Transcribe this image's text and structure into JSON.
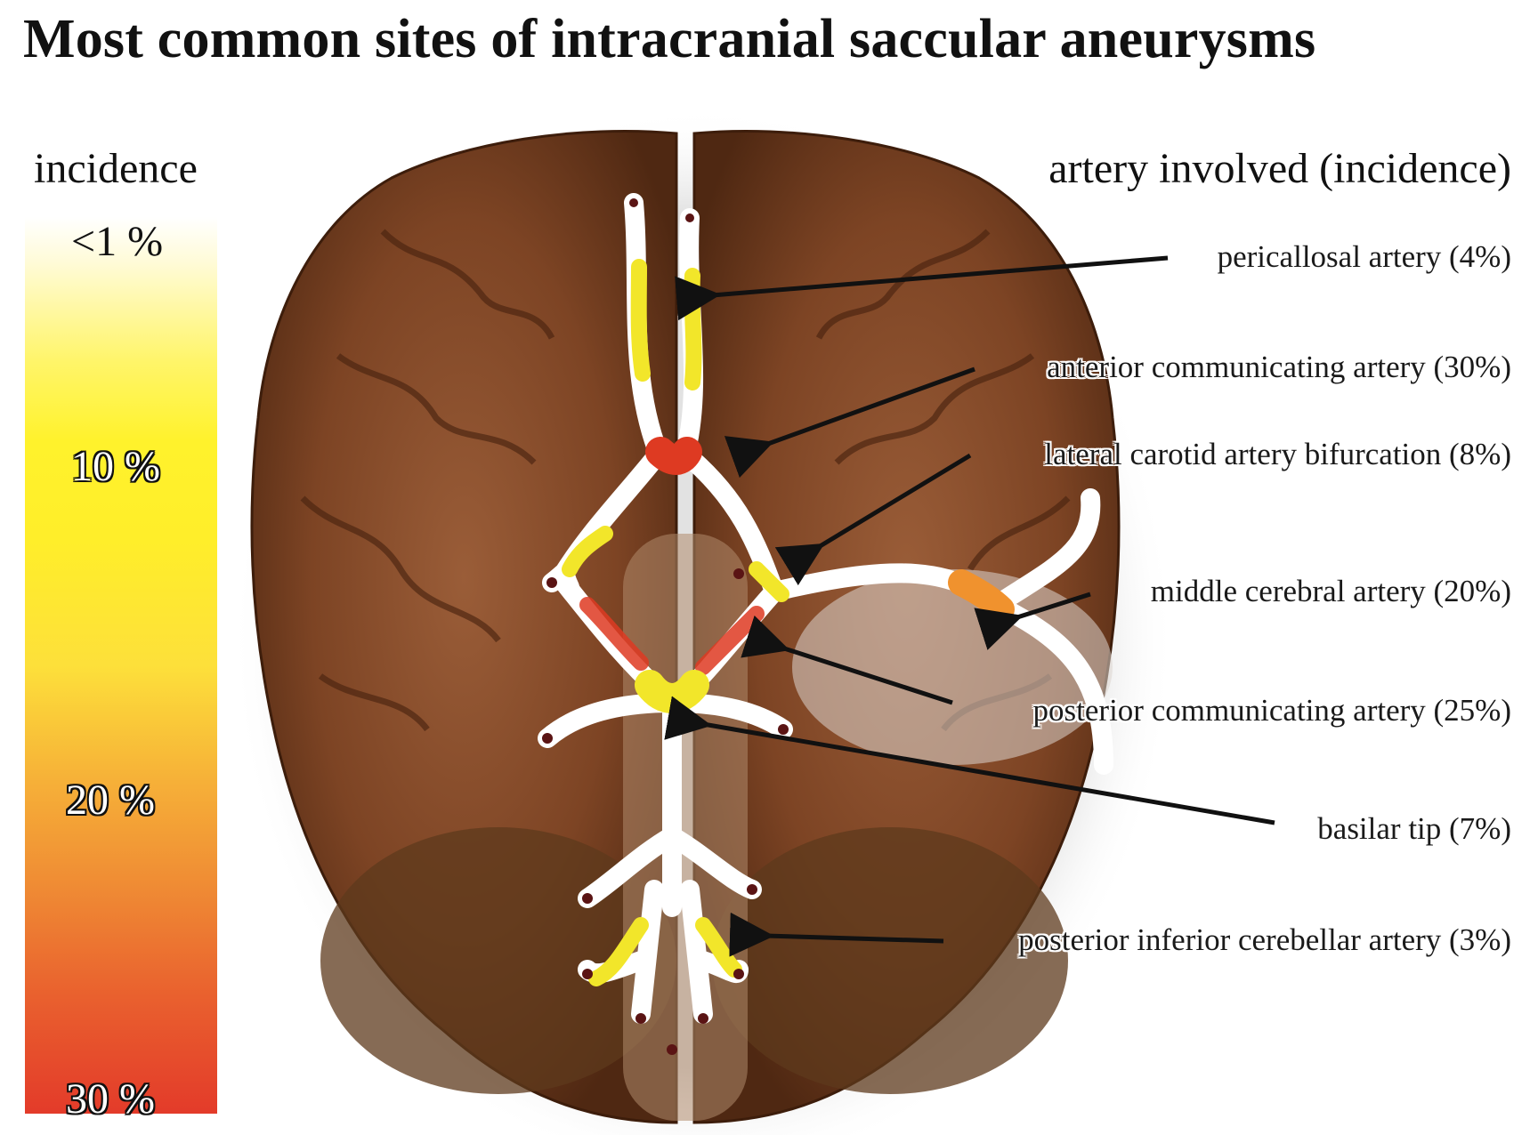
{
  "title": "Most common sites of intracranial saccular aneurysms",
  "legend": {
    "heading": "incidence",
    "ticks": [
      "<1 %",
      "10 %",
      "20 %",
      "30 %"
    ],
    "gradient_colors": [
      "#ffffff",
      "#fff22c",
      "#ef8a34",
      "#e33b2a"
    ]
  },
  "sites_heading": "artery involved (incidence)",
  "sites": [
    {
      "name": "pericallosal artery",
      "incidence": "4%",
      "label": "pericallosal artery (4%)"
    },
    {
      "name": "anterior communicating artery",
      "incidence": "30%",
      "label": "anterior communicating artery (30%)"
    },
    {
      "name": "lateral carotid artery bifurcation",
      "incidence": "8%",
      "label": "lateral carotid artery bifurcation (8%)"
    },
    {
      "name": "middle cerebral artery",
      "incidence": "20%",
      "label": "middle cerebral artery (20%)"
    },
    {
      "name": "posterior communicating artery",
      "incidence": "25%",
      "label": "posterior communicating artery (25%)"
    },
    {
      "name": "basilar tip",
      "incidence": "7%",
      "label": "basilar tip (7%)"
    },
    {
      "name": "posterior inferior cerebellar artery",
      "incidence": "3%",
      "label": "posterior inferior cerebellar artery (3%)"
    }
  ],
  "colors": {
    "brain": "#8a4e2c",
    "brain_dark": "#5a2e16",
    "artery": "#ffffff",
    "yellow": "#f2e62a",
    "orange": "#f0922e",
    "red": "#de3a22"
  }
}
